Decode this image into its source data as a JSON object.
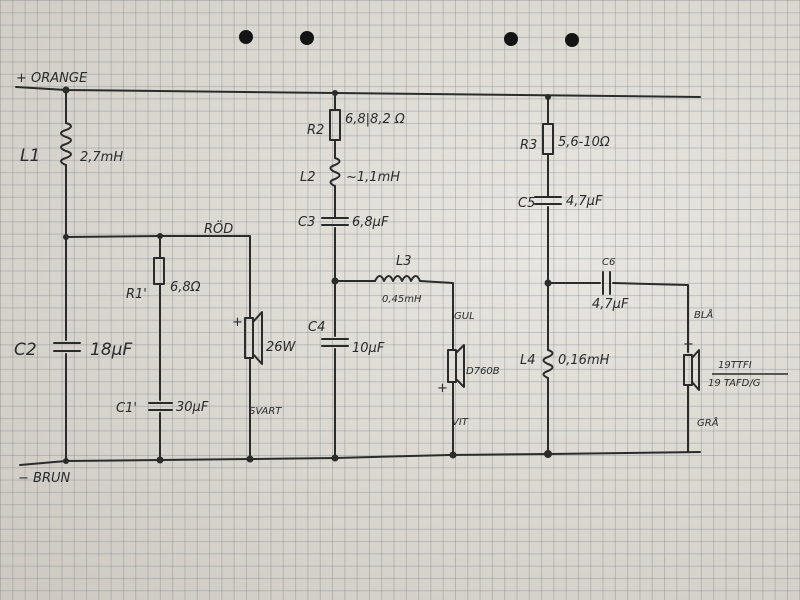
{
  "rails": {
    "plus": "+ ORANGE",
    "minus": "− BRUN"
  },
  "labels": {
    "L1": "L1",
    "L1_val": "2,7mH",
    "C2": "C2",
    "C2_val": "18μF",
    "R1": "R1'",
    "R1_val": "6,8Ω",
    "C1": "C1'",
    "C1_val": "30μF",
    "rod": "RÖD",
    "woofer_plus": "+",
    "woofer": "26W",
    "svart": "SVART",
    "R2": "R2",
    "R2_val": "6,8|8,2 Ω",
    "L2": "L2",
    "L2_val": "~1,1mH",
    "C3": "C3",
    "C3_val": "6,8μF",
    "L3": "L3",
    "L3_val": "0,45mH",
    "C4": "C4",
    "C4_val": "10μF",
    "gul": "GUL",
    "mid": "D760B",
    "mid_plus": "+",
    "vit": "VIT",
    "R3": "R3",
    "R3_val": "5,6-10Ω",
    "C5": "C5",
    "C5_val": "4,7μF",
    "C6": "C6",
    "C6_val": "4,7μF",
    "L4": "L4",
    "L4_val": "0,16mH",
    "bla": "BLÅ",
    "tw_plus": "+",
    "tw_top": "19TTFI",
    "tw_bot": "19 TAFD/G",
    "gra": "GRÅ"
  }
}
